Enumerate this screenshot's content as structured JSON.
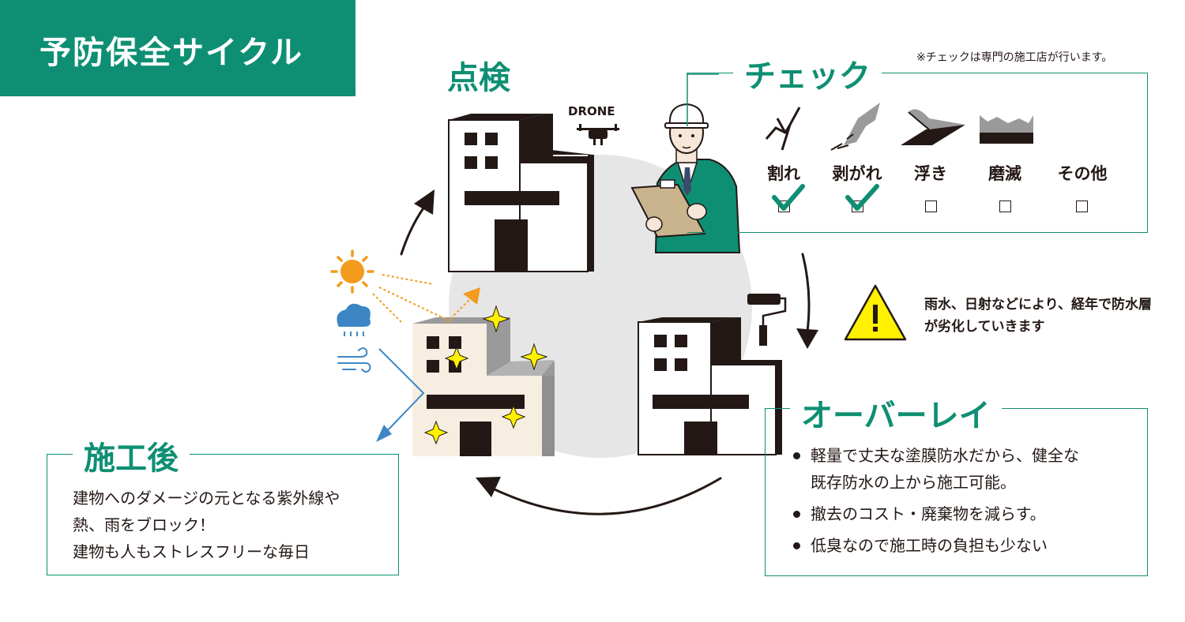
{
  "title": "予防保全サイクル",
  "inspection": {
    "heading": "点検",
    "drone_label": "DRONE"
  },
  "check": {
    "heading": "チェック",
    "note": "※チェックは専門の施工店が行います。",
    "items": [
      {
        "label": "割れ",
        "checked": true,
        "icon": "crack-icon"
      },
      {
        "label": "剥がれ",
        "checked": true,
        "icon": "peeling-icon"
      },
      {
        "label": "浮き",
        "checked": false,
        "icon": "lifting-icon"
      },
      {
        "label": "磨滅",
        "checked": false,
        "icon": "abrasion-icon"
      },
      {
        "label": "その他",
        "checked": false,
        "icon": ""
      }
    ]
  },
  "warning": {
    "lines": [
      "雨水、日射などにより、経年で防水層",
      "が劣化していきます"
    ]
  },
  "overlay": {
    "heading": "オーバーレイ",
    "bullets": [
      [
        "軽量で丈夫な塗膜防水だから、健全な",
        "既存防水の上から施工可能。"
      ],
      [
        "撤去のコスト・廃棄物を減らす。"
      ],
      [
        "低臭なので施工時の負担も少ない"
      ]
    ]
  },
  "after": {
    "heading": "施工後",
    "lines": [
      "建物へのダメージの元となる紫外線や",
      "熱、雨をブロック！",
      "建物も人もストレスフリーな毎日"
    ]
  },
  "colors": {
    "brand_green": "#0e8f73",
    "dark": "#231815",
    "circle_gray": "#e6e6e6",
    "sun_orange": "#f29b1d",
    "rain_blue": "#3d86c6",
    "sparkle_yellow": "#fff100",
    "warning_yellow": "#fff100",
    "cream": "#f7eee2"
  }
}
